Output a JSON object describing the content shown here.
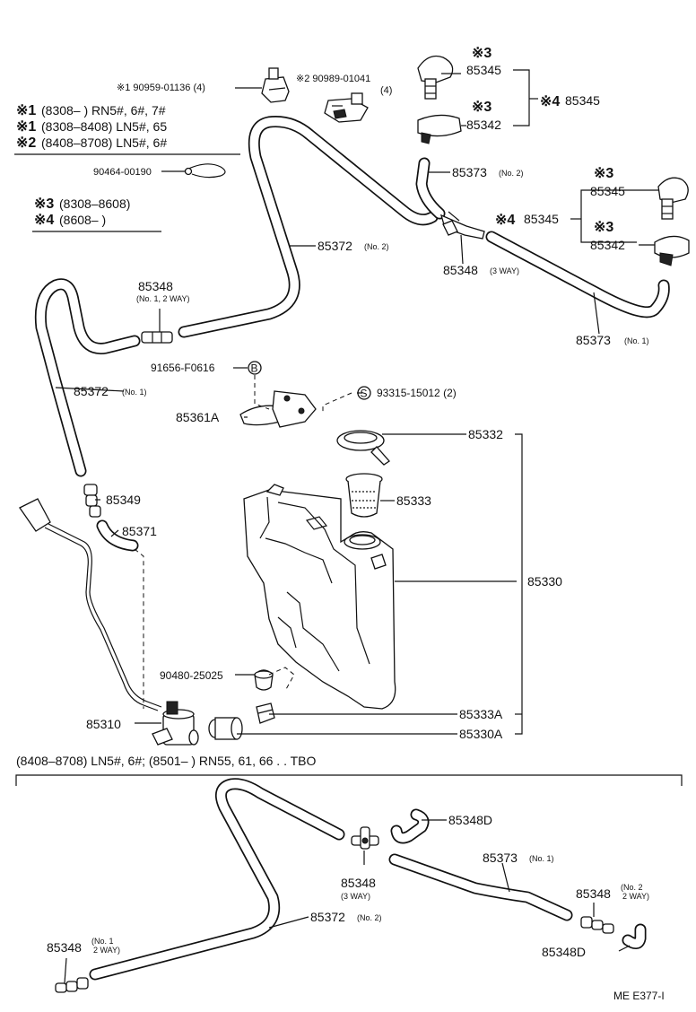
{
  "notes": {
    "n1_mark": "※1",
    "n1_text": "(8308–        ) RN5#, 6#, 7#",
    "n1b_mark": "※1",
    "n1b_text": "(8308–8408) LN5#, 65",
    "n2_mark": "※2",
    "n2_text": "(8408–8708) LN5#, 6#",
    "n3_mark": "※3",
    "n3_text": "(8308–8608)",
    "n4_mark": "※4",
    "n4_text": "(8608–        )"
  },
  "labels": {
    "clip1": "※1 90959-01136 (4)",
    "clip2": "※2 90989-01041",
    "clip2_qty": "(4)",
    "p90464": "90464-00190",
    "m3a": "※3",
    "p85345a": "85345",
    "m3b": "※3",
    "p85342a": "85342",
    "m4a": "※4",
    "p85345_grp_a": "85345",
    "p85373_no2": "85373",
    "p85373_no2_sub": "(No. 2)",
    "m3c": "※3",
    "p85345b": "85345",
    "m4b": "※4",
    "p85345_grp_b": "85345",
    "m3d": "※3",
    "p85342b": "85342",
    "p85372_no2": "85372",
    "p85372_no2_sub": "(No. 2)",
    "p85348_3way": "85348",
    "p85348_3way_sub": "(3 WAY)",
    "p85373_no1": "85373",
    "p85373_no1_sub": "(No. 1)",
    "p85348_top": "85348",
    "p85348_top_sub": "(No. 1, 2 WAY)",
    "p91656": "91656-F0616",
    "mark_b": "B",
    "mark_s": "S",
    "p93315": "93315-15012 (2)",
    "p85361a": "85361A",
    "p85372_no1": "85372",
    "p85372_no1_sub": "(No. 1)",
    "p85332": "85332",
    "p85333": "85333",
    "p85349": "85349",
    "p85371": "85371",
    "p85330": "85330",
    "p90480": "90480-25025",
    "p85310": "85310",
    "p85333a": "85333A",
    "p85330a": "85330A"
  },
  "section2": {
    "header": "(8408–8708) LN5#, 6#; (8501–         ) RN55, 61, 66 . . TBO",
    "p85348d_a": "85348D",
    "p85373": "85373",
    "p85373_sub": "(No. 1)",
    "p85348_3way": "85348",
    "p85348_3way_sub": "(3 WAY)",
    "p85348_no2": "85348",
    "p85348_no2_sub1": "(No. 2",
    "p85348_no2_sub2": "2 WAY)",
    "p85372": "85372",
    "p85372_sub": "(No. 2)",
    "p85348_no1": "85348",
    "p85348_no1_sub1": "(No. 1",
    "p85348_no1_sub2": "2 WAY)",
    "p85348d_b": "85348D"
  },
  "footer": {
    "code": "ME  E377-I"
  }
}
